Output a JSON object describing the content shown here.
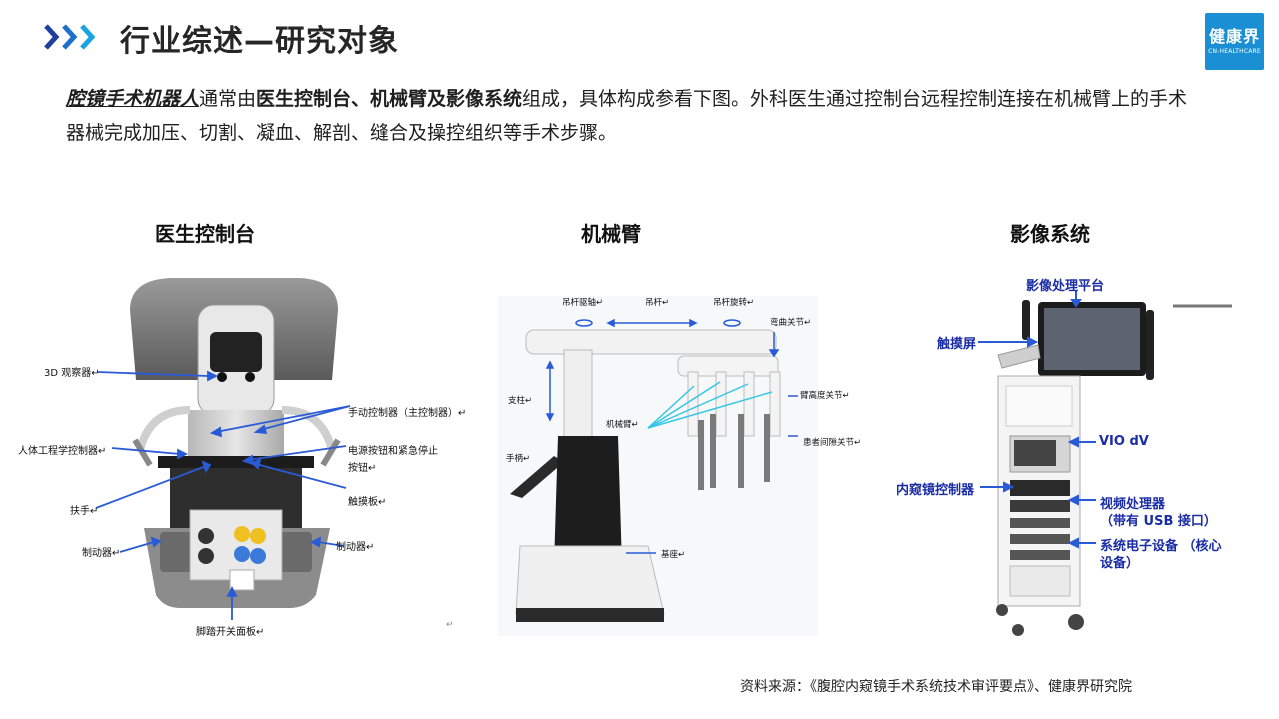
{
  "header": {
    "title": "行业综述—研究对象",
    "logo_main": "健康界",
    "logo_sub": "CN-HEALTHCARE"
  },
  "intro": {
    "term": "腔镜手术机器人",
    "t1": "通常由",
    "components": "医生控制台、机械臂及影像系统",
    "t2": "组成，具体构成参看下图。外科医生通过控制台远程控制连接在机械臂上的手术器械完成加压、切割、凝血、解剖、缝合及操控组织等手术步骤。"
  },
  "sections": {
    "console": {
      "title": "医生控制台",
      "labels": {
        "viewer": "3D 观察器↵",
        "hand": "手动控制器（主控制器）↵",
        "ergo": "人体工程学控制器↵",
        "power1": "电源按钮和紧急停止",
        "power2": "按钮↵",
        "touchpad": "触摸板↵",
        "armrest": "扶手↵",
        "brake_l": "制动器↵",
        "brake_r": "制动器↵",
        "footswitch": "脚踏开关面板↵"
      }
    },
    "arm": {
      "title": "机械臂",
      "labels": {
        "boom_pivot": "吊杆驱轴↵",
        "boom": "吊杆↵",
        "boom_rotate": "吊杆旋转↵",
        "flex": "弯曲关节↵",
        "column": "支柱↵",
        "arm": "机械臂↵",
        "arm_height": "臂高度关节↵",
        "clearance": "患者间隙关节↵",
        "handle": "手柄↵",
        "base": "基座↵"
      }
    },
    "vision": {
      "title": "影像系统",
      "labels": {
        "platform": "影像处理平台",
        "touchscreen": "触摸屏",
        "vio": "VIO dV",
        "endo": "内窥镜控制器",
        "video1": "视频处理器",
        "video2": "（带有 USB 接口）",
        "sys1": "系统电子设备 （核心",
        "sys2": "设备）"
      }
    }
  },
  "source": "资料来源：《腹腔内窥镜手术系统技术审评要点》、健康界研究院",
  "stray_mark": "↵",
  "colors": {
    "accent": "#1a8fd4",
    "arrow_blue": "#2a5bd7",
    "label_blue": "#1a2ca6",
    "cyan_lines": "#33c6e6"
  }
}
